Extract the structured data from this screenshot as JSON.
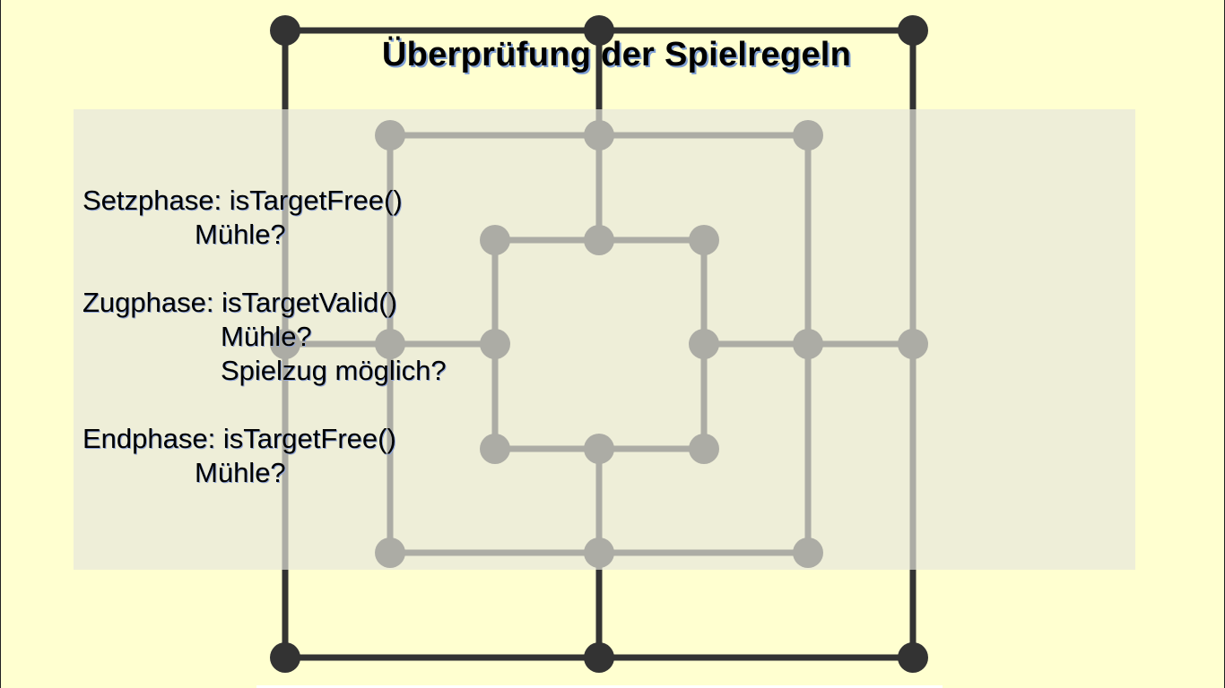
{
  "slide": {
    "title": "Überprüfung der Spielregeln",
    "lines": [
      "Setzphase: isTargetFree()",
      "Mühle?",
      "Zugphase: isTargetValid()",
      "Mühle?",
      "Spielzug möglich?",
      "Endphase: isTargetFree()",
      "Mühle?"
    ]
  },
  "colors": {
    "background": "#ffffd0",
    "board_lines": "#333333",
    "overlay": "#e6e6dc"
  }
}
